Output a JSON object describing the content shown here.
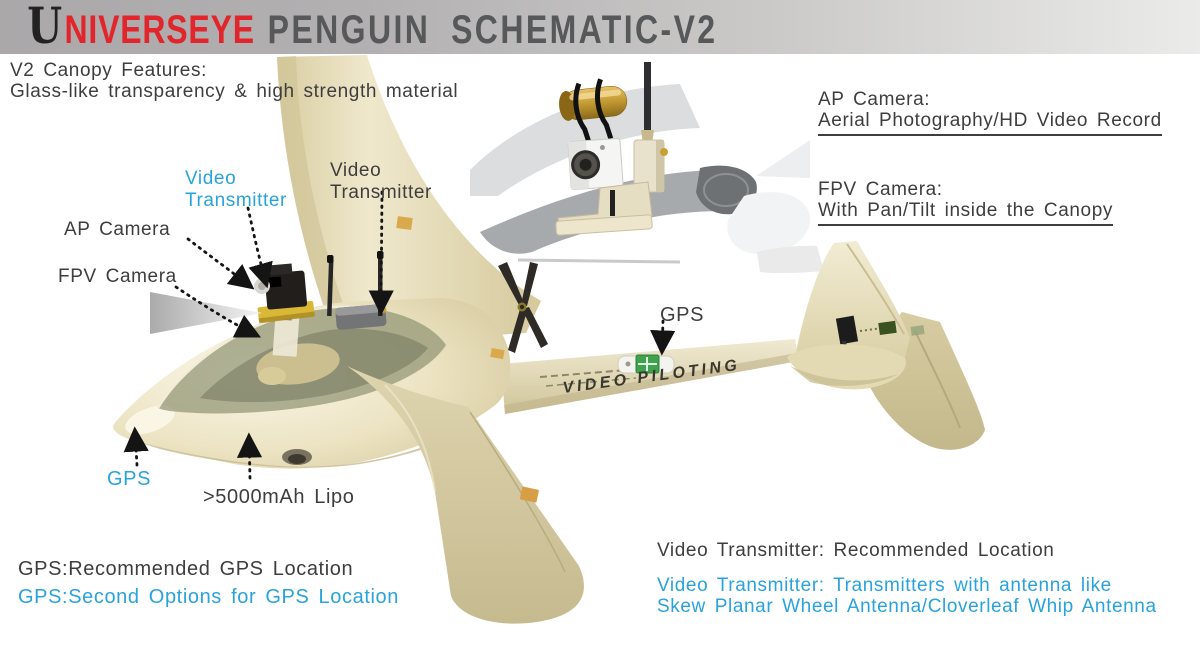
{
  "colors": {
    "accent_blue": "#29A3DC",
    "brand_red": "#E2252B",
    "title_gray": "#57585A",
    "plane_beige": "#E6DCB6",
    "gps_green": "#3FA24C"
  },
  "header": {
    "logo_initial": "U",
    "brand": "NIVERSEYE",
    "product": "PENGUIN",
    "schematic": "SCHEMATIC-V2"
  },
  "note": {
    "line1": "V2 Canopy Features:",
    "line2": "Glass-like transparency & high strength material"
  },
  "callouts": {
    "video_tx_alt_line1": "Video",
    "video_tx_alt_line2": "Transmitter",
    "video_tx_line1": "Video",
    "video_tx_line2": "Transmitter",
    "ap_camera": "AP Camera",
    "fpv_camera": "FPV Camera",
    "gps_boom": "GPS",
    "gps_nose": "GPS",
    "battery": ">5000mAh Lipo"
  },
  "details": {
    "ap_title": "AP Camera:",
    "ap_desc": "Aerial Photography/HD Video Record",
    "fpv_title": "FPV Camera:",
    "fpv_desc": "With Pan/Tilt inside the Canopy"
  },
  "legend": {
    "gps_primary": "GPS:Recommended GPS Location",
    "gps_secondary": "GPS:Second Options for GPS Location",
    "vt_primary": "Video Transmitter: Recommended Location",
    "vt_secondary_line1": "Video Transmitter: Transmitters with antenna like",
    "vt_secondary_line2": "Skew Planar Wheel Antenna/Cloverleaf Whip Antenna"
  },
  "plane": {
    "boom_text": "VIDEO PILOTING"
  }
}
